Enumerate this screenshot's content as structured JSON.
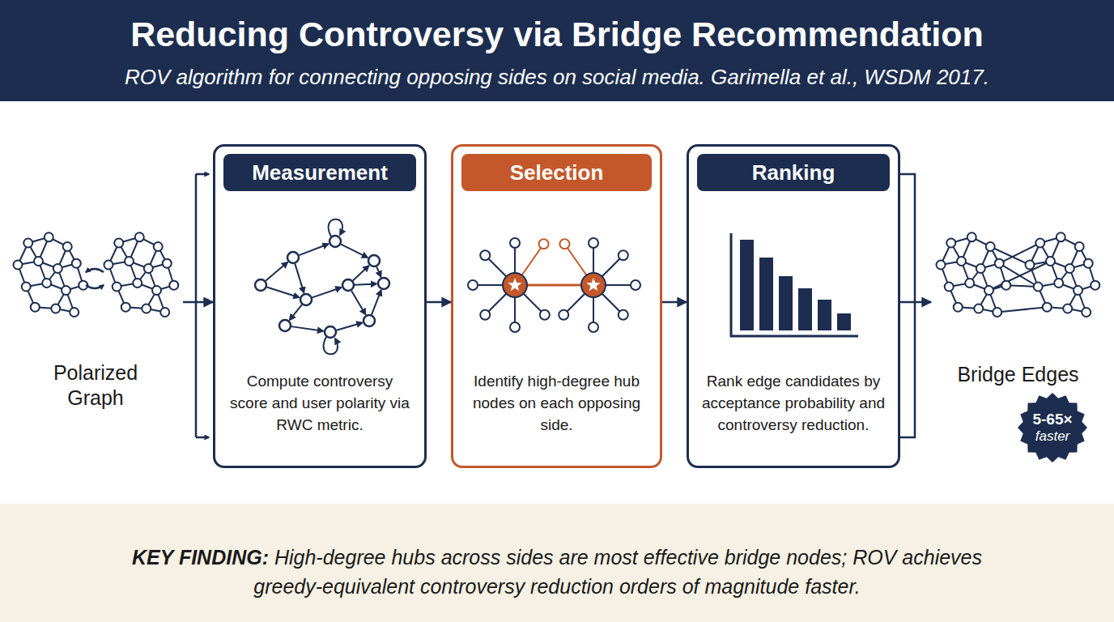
{
  "diagram": {
    "title": "Reducing Controversy via Bridge Recommendation",
    "nodes": [
      {
        "text": [
          "Polarized Graph"
        ]
      },
      {
        "text": [
          "Measurement",
          "Compute controversy score and user polarity via RWC metric."
        ]
      },
      {
        "text": [
          "Selection",
          "Identify high-degree hub nodes on each opposing side."
        ]
      },
      {
        "text": [
          "Ranking",
          "Rank edge candidates by acceptance probability and controversy reduction."
        ]
      },
      {
        "text": [
          "Bridge Edges"
        ]
      },
      {
        "text": [
          "5-65×",
          "faster"
        ]
      },
      {
        "text": [
          "KEY FINDING:",
          "High-degree hubs across sides are most effective bridge nodes; ROV achieves greedy-equivalent controversy reduction orders of magnitude faster."
        ]
      }
    ],
    "edges": [
      {
        "from": 0,
        "to": 1,
        "arrow": "to"
      },
      {
        "from": 1,
        "to": 2,
        "arrow": "to"
      },
      {
        "from": 2,
        "to": 3,
        "arrow": "to"
      },
      {
        "from": 3,
        "to": 4,
        "arrow": "to"
      }
    ],
    "labels": [
      "ROV algorithm for connecting opposing sides on social media. Garimella et al., WSDM 2017."
    ]
  }
}
